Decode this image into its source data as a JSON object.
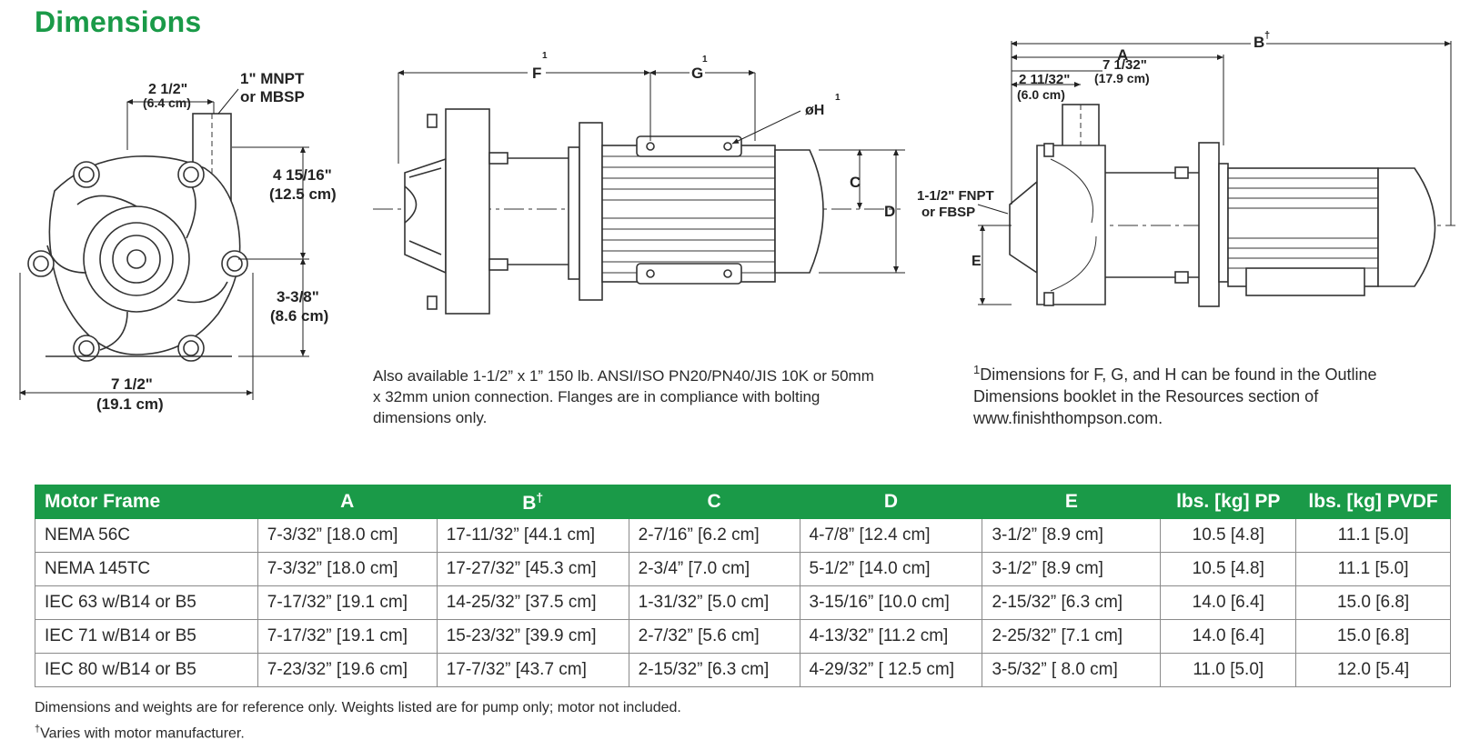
{
  "page_title": "Dimensions",
  "drawings": {
    "front": {
      "top_width": "2 1/2\"",
      "top_width_cm": "(6.4 cm)",
      "port_line1": "1\" MNPT",
      "port_line2": "or MBSP",
      "height_top": "4 15/16\"",
      "height_top_cm": "(12.5 cm)",
      "height_bottom": "3-3/8\"",
      "height_bottom_cm": "(8.6 cm)",
      "width": "7 1/2\"",
      "width_cm": "(19.1 cm)"
    },
    "side": {
      "label_f": "F",
      "label_g": "G",
      "label_h": "øH",
      "label_c": "C",
      "label_d": "D",
      "sup_mark": "1"
    },
    "right": {
      "label_a": "A",
      "label_b": "B",
      "b_mark": "†",
      "a_value": "7 1/32\"",
      "a_value_cm": "(17.9 cm)",
      "inlet_value": "2 11/32\"",
      "inlet_value_cm": "(6.0 cm)",
      "port_line1": "1-1/2\" FNPT",
      "port_line2": "or FBSP",
      "label_e": "E"
    }
  },
  "note_mid": "Also available 1-1/2” x 1” 150 lb. ANSI/ISO PN20/PN40/JIS 10K or 50mm x 32mm union connection. Flanges are in compliance with bolting dimensions only.",
  "note_right": {
    "mark": "1",
    "text": "Dimensions for F, G, and H can be found in the Outline Dimensions booklet in the Resources section of www.finishthompson.com."
  },
  "table": {
    "headers": [
      "Motor Frame",
      "A",
      "B",
      "C",
      "D",
      "E",
      "lbs. [kg] PP",
      "lbs. [kg] PVDF"
    ],
    "b_mark": "†",
    "rows": [
      [
        "NEMA 56C",
        "7-3/32” [18.0 cm]",
        "17-11/32” [44.1 cm]",
        "2-7/16” [6.2 cm]",
        "4-7/8” [12.4 cm]",
        "3-1/2” [8.9 cm]",
        "10.5 [4.8]",
        "11.1 [5.0]"
      ],
      [
        "NEMA 145TC",
        "7-3/32” [18.0 cm]",
        "17-27/32” [45.3 cm]",
        "2-3/4” [7.0 cm]",
        "5-1/2” [14.0 cm]",
        "3-1/2” [8.9 cm]",
        "10.5 [4.8]",
        "11.1 [5.0]"
      ],
      [
        "IEC 63 w/B14 or B5",
        "7-17/32” [19.1 cm]",
        "14-25/32” [37.5 cm]",
        "1-31/32” [5.0 cm]",
        "3-15/16” [10.0 cm]",
        "2-15/32” [6.3 cm]",
        "14.0 [6.4]",
        "15.0 [6.8]"
      ],
      [
        "IEC 71 w/B14 or B5",
        "7-17/32” [19.1 cm]",
        "15-23/32” [39.9 cm]",
        "2-7/32” [5.6 cm]",
        "4-13/32” [11.2 cm]",
        "2-25/32” [7.1 cm]",
        "14.0 [6.4]",
        "15.0 [6.8]"
      ],
      [
        "IEC 80 w/B14 or B5",
        "7-23/32” [19.6 cm]",
        "17-7/32” [43.7 cm]",
        "2-15/32” [6.3 cm]",
        "4-29/32” [ 12.5 cm]",
        "3-5/32” [ 8.0 cm]",
        "11.0 [5.0]",
        "12.0 [5.4]"
      ]
    ]
  },
  "footnotes": {
    "line1": "Dimensions and weights are for reference only.  Weights listed are for pump only; motor not included.",
    "mark": "†",
    "line2": "Varies with motor manufacturer."
  }
}
